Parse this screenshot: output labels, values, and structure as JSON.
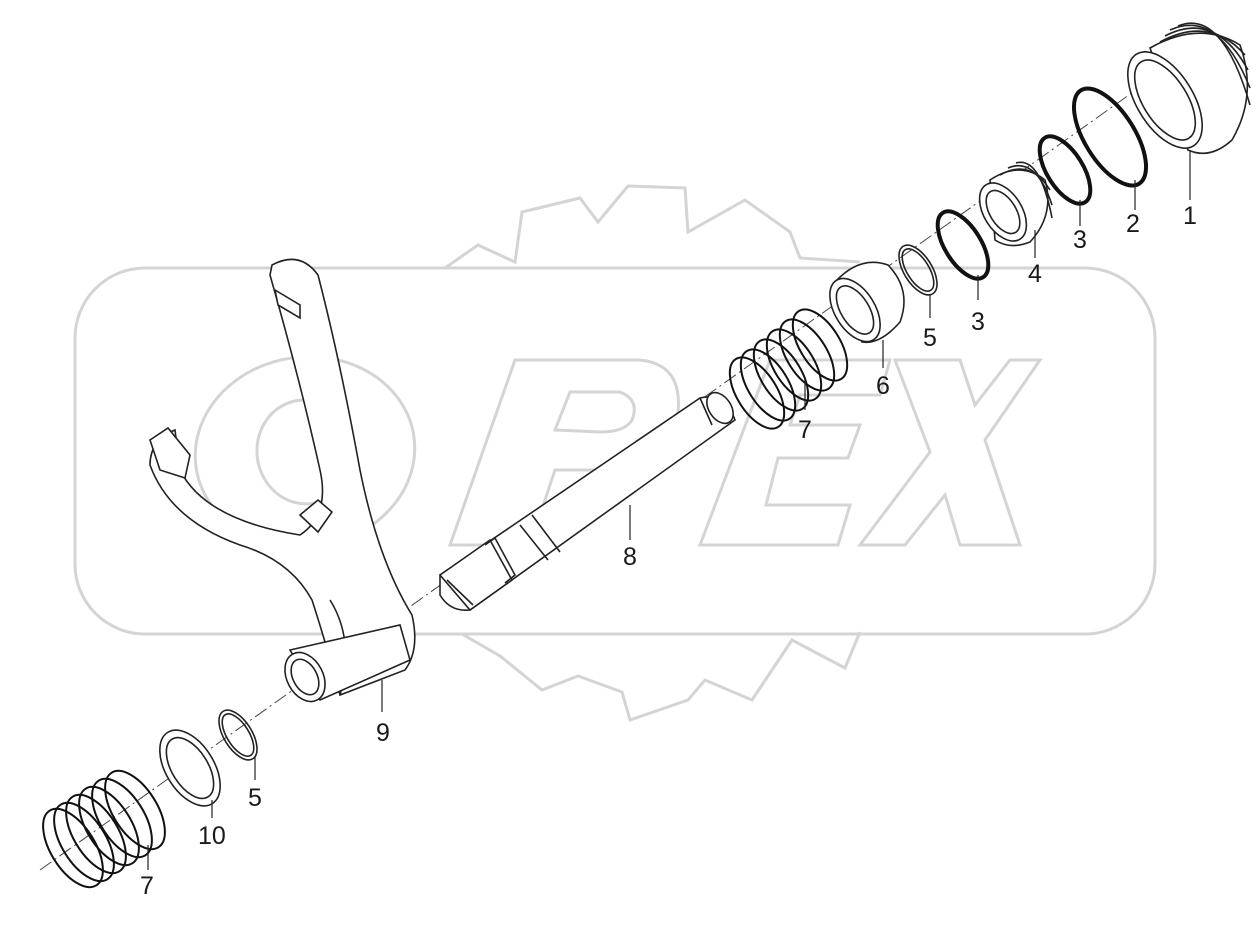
{
  "watermark": {
    "text": "OPEX"
  },
  "corner_mark": "",
  "callouts": [
    {
      "id": "c1",
      "label": "1"
    },
    {
      "id": "c2",
      "label": "2"
    },
    {
      "id": "c3a",
      "label": "3"
    },
    {
      "id": "c3b",
      "label": "3"
    },
    {
      "id": "c4",
      "label": "4"
    },
    {
      "id": "c5a",
      "label": "5"
    },
    {
      "id": "c6",
      "label": "6"
    },
    {
      "id": "c7a",
      "label": "7"
    },
    {
      "id": "c8",
      "label": "8"
    },
    {
      "id": "c9",
      "label": "9"
    },
    {
      "id": "c5b",
      "label": "5"
    },
    {
      "id": "c10",
      "label": "10"
    },
    {
      "id": "c7b",
      "label": "7"
    }
  ]
}
